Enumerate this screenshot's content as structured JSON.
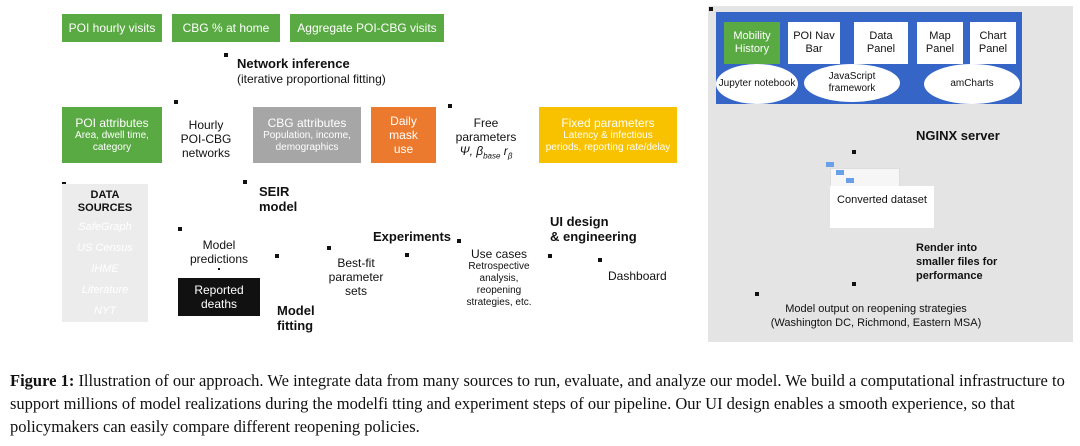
{
  "top_sources": [
    "POI hourly visits",
    "CBG % at home",
    "Aggregate POI-CBG visits"
  ],
  "network_inference": {
    "title": "Network inference",
    "subtitle": "(iterative proportional fitting)"
  },
  "poi_attributes": {
    "title": "POI attributes",
    "detail": "Area, dwell time, category"
  },
  "hourly_networks": [
    "Hourly",
    "POI-CBG",
    "networks"
  ],
  "cbg_attributes": {
    "title": "CBG attributes",
    "detail": "Population, income, demographics"
  },
  "daily_mask": "Daily mask use",
  "free_parameters": {
    "line1": "Free",
    "line2": "parameters",
    "symbols": "Ψ, β",
    "sub1": "base",
    "r": " r",
    "sub2": "β"
  },
  "fixed_parameters": {
    "title": "Fixed parameters",
    "detail": "Latency & infectious periods, reporting rate/delay"
  },
  "data_sources": {
    "title": "DATA SOURCES",
    "items": [
      {
        "label": "SafeGraph",
        "color": "#5aaa43"
      },
      {
        "label": "US Census",
        "color": "#a6a6a6"
      },
      {
        "label": "IHME",
        "color": "#ec7a2e"
      },
      {
        "label": "Literature",
        "color": "#f8c200"
      },
      {
        "label": "NYT",
        "color": "#111111"
      }
    ]
  },
  "seir_model": [
    "SEIR",
    "model"
  ],
  "model_predictions": [
    "Model",
    "predictions"
  ],
  "reported_deaths": "Reported deaths",
  "model_fitting": [
    "Model",
    "fitting"
  ],
  "experiments": "Experiments",
  "best_fit": [
    "Best-fit",
    "parameter",
    "sets"
  ],
  "use_cases": {
    "title": "Use cases",
    "detail": "Retrospective analysis, reopening strategies, etc."
  },
  "ui_design": [
    "UI design",
    "& engineering"
  ],
  "dashboard": "Dashboard",
  "ui_panel": {
    "tabs": [
      "Mobility History",
      "POI Nav Bar",
      "Data Panel",
      "Map Panel",
      "Chart Panel"
    ],
    "ovals": [
      "Jupyter notebook",
      "JavaScript framework",
      "amCharts"
    ],
    "nginx": "NGINX server",
    "converted": "Converted dataset",
    "render": [
      "Render into",
      "smaller files for",
      "performance"
    ],
    "model_output": [
      "Model output on reopening strategies",
      "(Washington DC, Richmond, Eastern MSA)"
    ]
  },
  "caption": {
    "label": "Figure 1:",
    "text": " Illustration of our approach. We integrate data from many sources to run, evaluate, and analyze our model. We build a computational infrastructure to support millions of model realizations during the modelfi tting and experiment steps of our pipeline. Our UI design enables a smooth experience, so that policymakers can easily compare different reopening policies."
  },
  "colors": {
    "green": "#5aaa43",
    "gray": "#a6a6a6",
    "orange": "#ec7a2e",
    "yellow": "#f8c200",
    "blue": "#3566c7",
    "panel": "#e4e4e4"
  }
}
